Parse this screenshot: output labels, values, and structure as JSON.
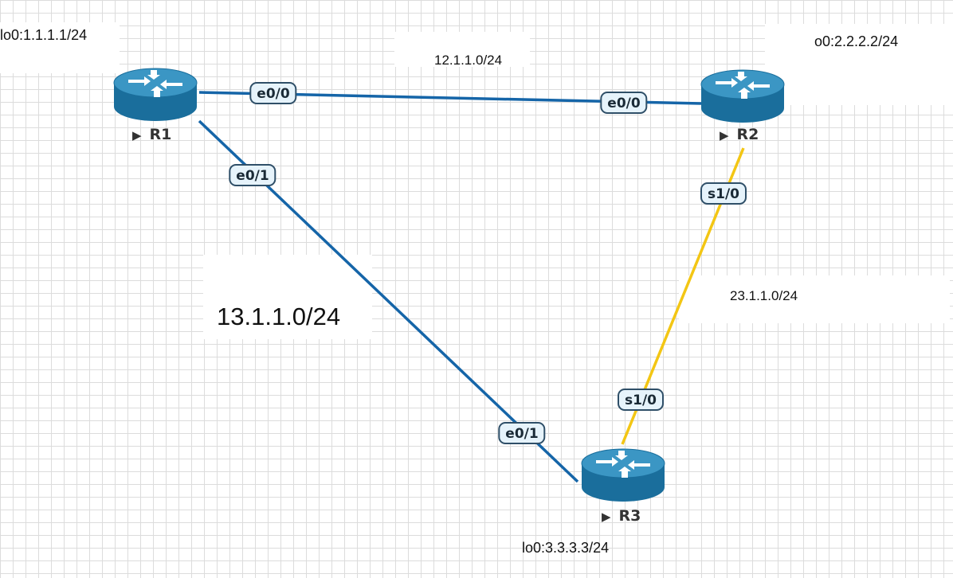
{
  "colors": {
    "ethernet_link": "#1565a8",
    "serial_link": "#f3c614",
    "router_body": "#1a6e9c",
    "router_top": "#3b96c4",
    "port_fill": "#e6f3fb",
    "port_border": "#2f4f68"
  },
  "routers": [
    {
      "name": "R1",
      "loopback": "lo0:1.1.1.1/24",
      "icon": "router-icon",
      "status_icon": "play-icon"
    },
    {
      "name": "R2",
      "loopback": "o0:2.2.2.2/24",
      "icon": "router-icon",
      "status_icon": "play-icon"
    },
    {
      "name": "R3",
      "loopback": "lo0:3.3.3.3/24",
      "icon": "router-icon",
      "status_icon": "play-icon"
    }
  ],
  "links": [
    {
      "network": "12.1.1.0/24",
      "type": "ethernet",
      "from_port": "e0/0",
      "to_port": "e0/0"
    },
    {
      "network": "13.1.1.0/24",
      "type": "ethernet",
      "from_port": "e0/1",
      "to_port": "e0/1"
    },
    {
      "network": "23.1.1.0/24",
      "type": "serial",
      "from_port": "s1/0",
      "to_port": "s1/0"
    }
  ]
}
